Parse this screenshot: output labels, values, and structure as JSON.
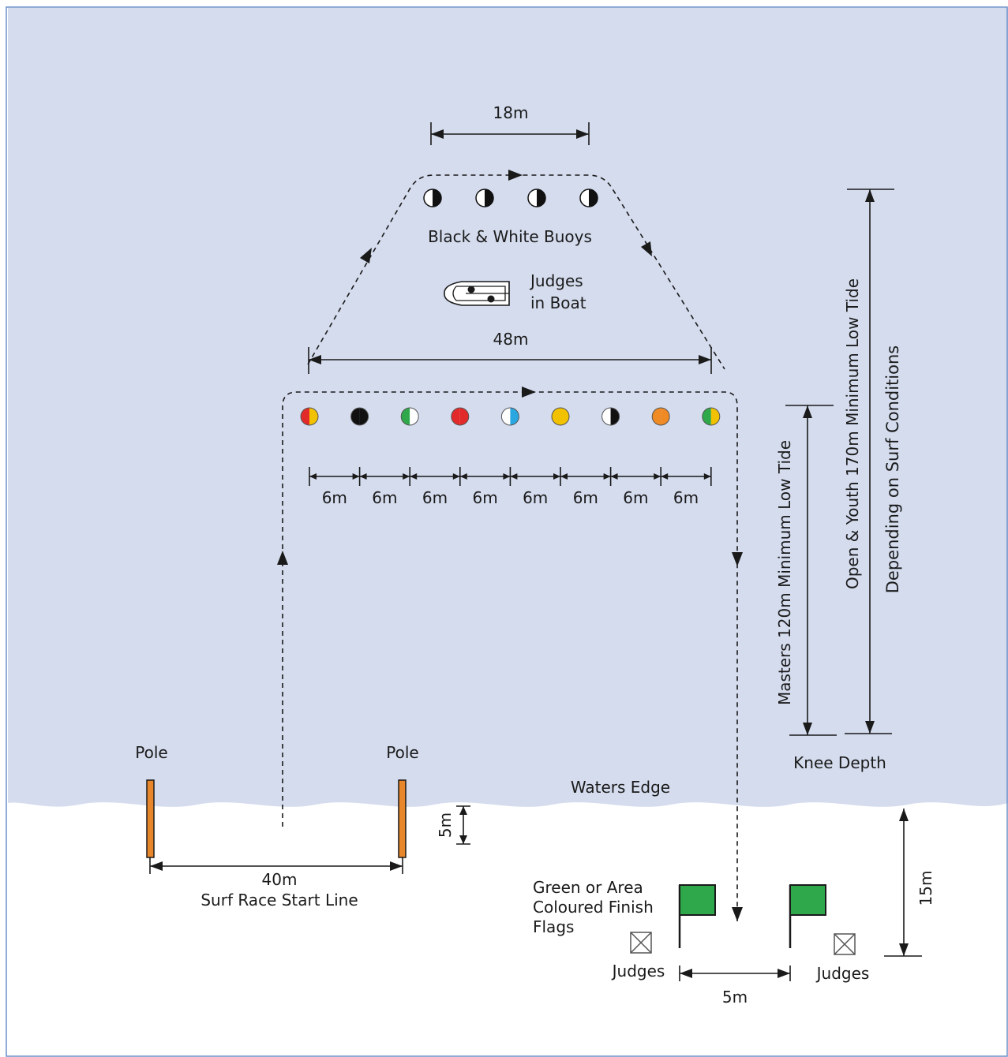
{
  "colors": {
    "sea": "#d4dcee",
    "sand": "#ffffff",
    "frame": "#6a8fc9",
    "pole": "#e8862c",
    "flag": "#2ea84a",
    "ink": "#1a1a1a"
  },
  "top": {
    "dim_label": "18m",
    "buoys_label": "Black & White Buoys",
    "boat_label_1": "Judges",
    "boat_label_2": "in Boat",
    "width_label": "48m"
  },
  "buoy_row": {
    "buoys": [
      {
        "left": "#e32a2a",
        "right": "#f2c200"
      },
      {
        "left": "#111111",
        "right": "#111111"
      },
      {
        "left": "#2ea84a",
        "right": "#ffffff"
      },
      {
        "left": "#e32a2a",
        "right": "#e32a2a"
      },
      {
        "left": "#ffffff",
        "right": "#2aa6e0"
      },
      {
        "left": "#f2c200",
        "right": "#f2c200"
      },
      {
        "left": "#ffffff",
        "right": "#111111"
      },
      {
        "left": "#f08a24",
        "right": "#f08a24"
      },
      {
        "left": "#2ea84a",
        "right": "#f2c200"
      }
    ],
    "spacing_labels": [
      "6m",
      "6m",
      "6m",
      "6m",
      "6m",
      "6m",
      "6m",
      "6m"
    ]
  },
  "depth": {
    "masters": "Masters 120m Minimum Low Tide",
    "open_youth": "Open & Youth 170m Minimum Low Tide",
    "conditions": "Depending on Surf Conditions",
    "knee": "Knee Depth"
  },
  "shore": {
    "pole_left": "Pole",
    "pole_right": "Pole",
    "waters_edge": "Waters Edge",
    "five_m": "5m",
    "start_width": "40m",
    "start_line": "Surf Race Start Line",
    "flags_1": "Green or Area",
    "flags_2": "Coloured Finish",
    "flags_3": "Flags",
    "judges_left": "Judges",
    "judges_right": "Judges",
    "flag_gap": "5m",
    "beach_depth": "15m"
  }
}
